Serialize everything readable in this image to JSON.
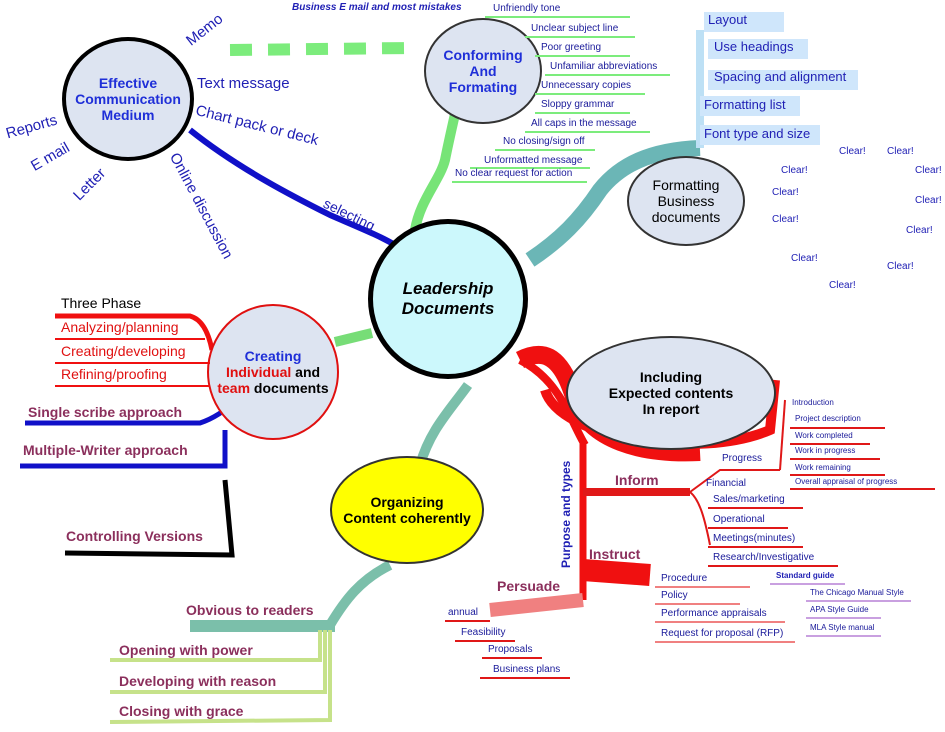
{
  "center": {
    "line1": "Leadership",
    "line2": "Documents"
  },
  "medium": {
    "title": [
      "Effective",
      "Communication",
      "Medium"
    ],
    "items": [
      "Memo",
      "Text message",
      "Chart pack or deck",
      "Online discussion",
      "Letter",
      "E mail",
      "Reports"
    ],
    "connector": "selecting"
  },
  "conforming": {
    "title": [
      "Conforming",
      "And",
      "Formating"
    ],
    "header": "Business E mail and most mistakes",
    "items": [
      "Unfriendly tone",
      "Unclear subject line",
      "Poor greeting",
      "Unfamiliar abbreviations",
      "Unnecessary copies",
      "Sloppy grammar",
      "All caps in the message",
      "No closing/sign off",
      "Unformatted message",
      "No clear request for action"
    ]
  },
  "formatting": {
    "title": [
      "Formatting",
      "Business",
      "documents"
    ],
    "items": [
      "Layout",
      "Use headings",
      "Spacing and alignment",
      "Formatting list",
      "Font type and size"
    ],
    "clear_label": "Clear!"
  },
  "creating": {
    "title_word": "Creating",
    "line2_red": "Individual",
    "line2_rest": " and",
    "line3_red": "team",
    "line3_rest": " documents",
    "three_phase": "Three Phase",
    "phases": [
      "Analyzing/planning",
      "Creating/developing",
      "Refining/proofing"
    ],
    "single": "Single scribe approach",
    "multiple": "Multiple-Writer approach",
    "versions": "Controlling Versions"
  },
  "organizing": {
    "title": [
      "Organizing",
      "Content coherently"
    ],
    "obvious": "Obvious to readers",
    "items": [
      "Opening with power",
      "Developing with reason",
      "Closing with grace"
    ]
  },
  "including": {
    "title": [
      "Including",
      "Expected contents",
      "In report"
    ],
    "purpose": "Purpose and types",
    "inform": "Inform",
    "progress": "Progress",
    "progress_items": [
      "Introduction",
      "Project description",
      "Work completed",
      "Work in progress",
      "Work remaining",
      "Overall appraisal of progress"
    ],
    "inform_items": [
      "Financial",
      "Sales/marketing",
      "Operational",
      "Meetings(minutes)",
      "Research/Investigative"
    ],
    "instruct": "Instruct",
    "instruct_items": [
      "Procedure",
      "Policy",
      "Performance appraisals",
      "Request for proposal (RFP)"
    ],
    "standard_guide": "Standard guide",
    "guides": [
      "The Chicago Manual Style",
      "APA Style Guide",
      "MLA Style manual"
    ],
    "persuade": "Persuade",
    "persuade_items": [
      "annual",
      "Feasibility",
      "Proposals",
      "Business plans"
    ]
  }
}
